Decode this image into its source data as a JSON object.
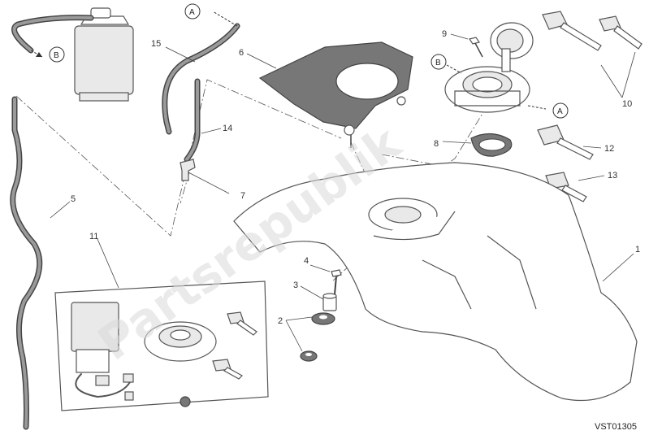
{
  "watermark": "Partsrepublik",
  "diagram_code": "VST01305",
  "callout_letter_a": "A",
  "callout_letter_b": "B",
  "parts": {
    "p1": "1",
    "p2": "2",
    "p3": "3",
    "p4": "4",
    "p5": "5",
    "p6": "6",
    "p7": "7",
    "p8": "8",
    "p9": "9",
    "p10": "10",
    "p11": "11",
    "p12": "12",
    "p13": "13",
    "p14": "14",
    "p15": "15"
  }
}
